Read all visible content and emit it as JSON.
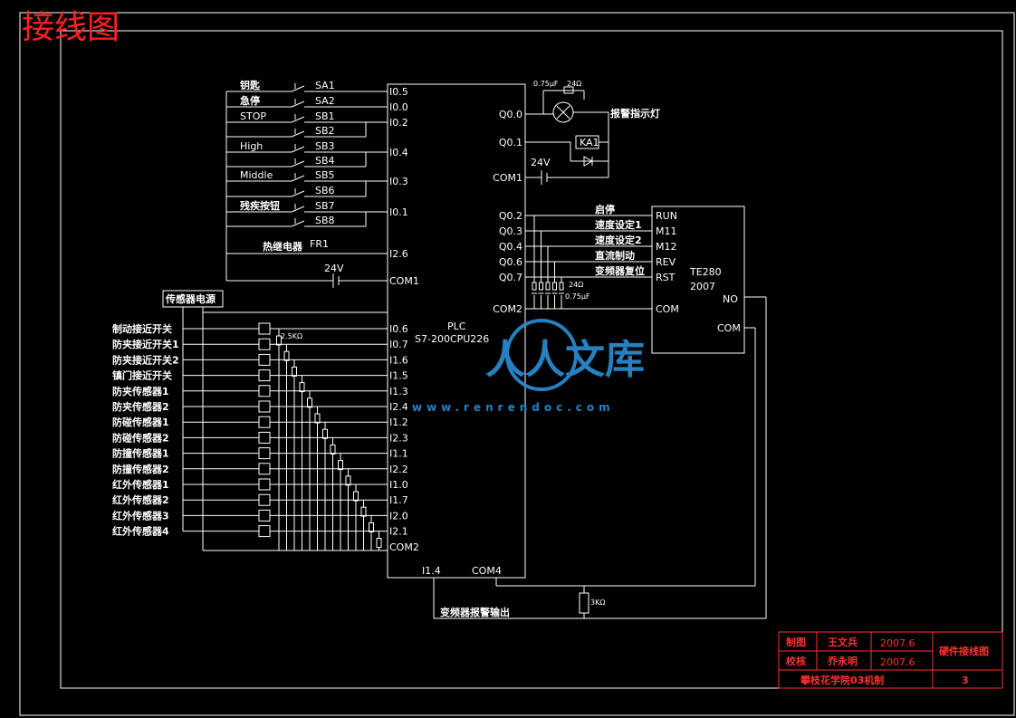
{
  "title": "接线图",
  "plc": {
    "name": "PLC",
    "model": "S7-200CPU226",
    "inputs_top": [
      "I0.5",
      "I0.0",
      "I0.2",
      "I0.4",
      "I0.3",
      "I0.1",
      "I2.6",
      "COM1"
    ],
    "inputs_bottom": [
      "I0.6",
      "I0.7",
      "I1.6",
      "I1.5",
      "I1.3",
      "I2.4",
      "I1.2",
      "I2.3",
      "I1.1",
      "I2.2",
      "I1.0",
      "I1.7",
      "I2.0",
      "I2.1",
      "COM2"
    ],
    "bottom_terms": [
      "I1.4",
      "COM4"
    ],
    "outputs": [
      "Q0.0",
      "Q0.1",
      "COM1",
      "Q0.2",
      "Q0.3",
      "Q0.4",
      "Q0.6",
      "Q0.7",
      "COM2"
    ]
  },
  "switches": [
    {
      "left": "钥匙",
      "right": "SA1"
    },
    {
      "left": "急停",
      "right": "SA2"
    },
    {
      "left": "STOP",
      "right": "SB1"
    },
    {
      "left": "",
      "right": "SB2"
    },
    {
      "left": "High",
      "right": "SB3"
    },
    {
      "left": "",
      "right": "SB4"
    },
    {
      "left": "Middle",
      "right": "SB5"
    },
    {
      "left": "",
      "right": "SB6"
    },
    {
      "left": "残疾按钮",
      "right": "SB7"
    },
    {
      "left": "",
      "right": "SB8"
    }
  ],
  "thermal": {
    "label": "热继电器",
    "name": "FR1"
  },
  "supply_24v": "24V",
  "sensor_power": "传感器电源",
  "sensors": [
    "制动接近开关",
    "防夹接近开关1",
    "防夹接近开关2",
    "镇门接近开关",
    "防夹传感器1",
    "防夹传感器2",
    "防碰传感器1",
    "防碰传感器2",
    "防撞传感器1",
    "防撞传感器2",
    "红外传感器1",
    "红外传感器2",
    "红外传感器3",
    "红外传感器4"
  ],
  "sensor_resistor": "2.5KΩ",
  "alarm": {
    "cap": "0.75μF",
    "res": "24Ω",
    "label": "报警指示灯",
    "relay": "KA1",
    "supply": "24V"
  },
  "inverter": {
    "model": "TE280",
    "year": "2007",
    "terms": [
      "RUN",
      "M11",
      "M12",
      "REV",
      "RST",
      "COM"
    ],
    "right_terms": [
      "NO",
      "COM"
    ],
    "signals": [
      "启停",
      "速度设定1",
      "速度设定2",
      "直流制动",
      "变频器复位"
    ],
    "rc_label": "24Ω",
    "rc_cap": "0.75μF"
  },
  "fault": {
    "label": "变频器报警输出",
    "res": "3KΩ"
  },
  "watermark": {
    "text": "人人文库",
    "url": "www.renrendoc.com"
  },
  "title_block": {
    "drawn_label": "制图",
    "drawn_by": "王文兵",
    "drawn_date": "2007.6",
    "check_label": "校核",
    "check_by": "乔永明",
    "check_date": "2007.6",
    "drawing_name": "硬件接线图",
    "school": "攀枝花学院03机制",
    "sheet": "3"
  }
}
